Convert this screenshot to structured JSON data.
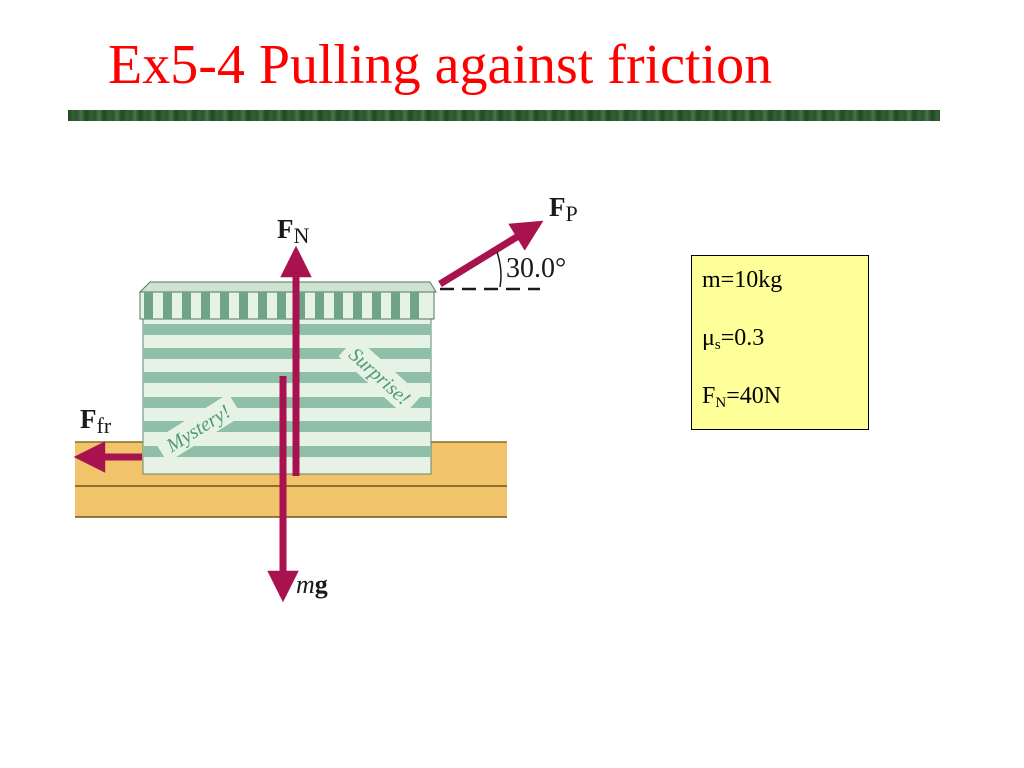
{
  "slide": {
    "title": "Ex5-4 Pulling against friction"
  },
  "diagram": {
    "labels": {
      "normal_force": {
        "main": "F",
        "sub": "N"
      },
      "pull_force": {
        "main": "F",
        "sub": "P"
      },
      "friction_force": {
        "main": "F",
        "sub": "fr"
      },
      "weight": {
        "italic": "m",
        "bold": "g"
      },
      "angle": "30.0°"
    },
    "box_text": {
      "left": "Mystery!",
      "right": "Surprise!"
    },
    "colors": {
      "arrow": "#a8124f",
      "box_stripe": "#8fbfa8",
      "box_face": "#e6f2e4",
      "floor": "#f1c46b"
    }
  },
  "given": {
    "mass": {
      "text": "m=10kg"
    },
    "mu": {
      "symbol": "μ",
      "sub": "s",
      "value": "=0.3"
    },
    "normal": {
      "symbol": "F",
      "sub": "N",
      "value": "=40N"
    }
  }
}
